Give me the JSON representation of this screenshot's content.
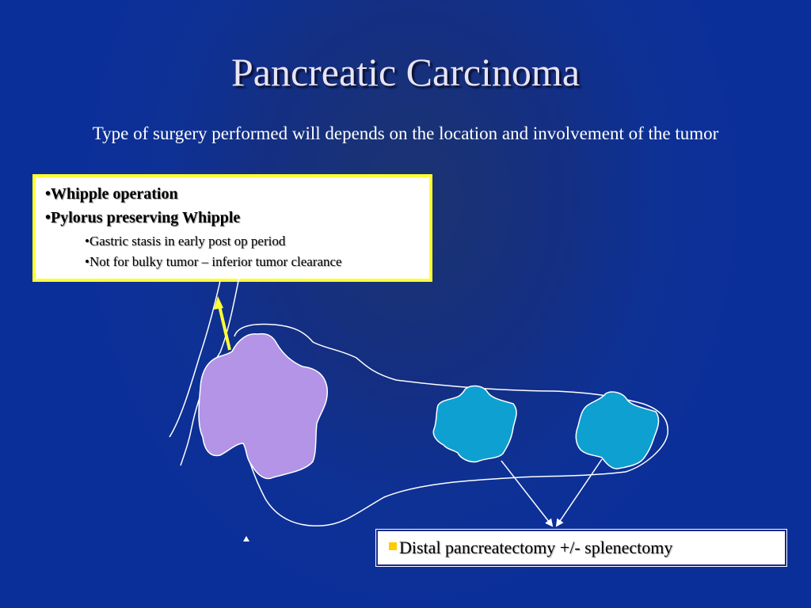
{
  "slide": {
    "title": "Pancreatic Carcinoma",
    "subtitle": "Type of  surgery performed will depends on the location and involvement of  the tumor"
  },
  "options_box": {
    "items": [
      {
        "bullet": "•",
        "text": "Whipple operation"
      },
      {
        "bullet": "•",
        "text": "Pylorus preserving Whipple"
      }
    ],
    "subitems": [
      {
        "bullet": "•",
        "text": "Gastric stasis in early post op period"
      },
      {
        "bullet": "•",
        "text": "Not for bulky tumor – inferior tumor clearance"
      }
    ]
  },
  "distal_box": {
    "text": "Distal pancreatectomy +/- splenectomy"
  },
  "colors": {
    "background": "#0e3196",
    "head_tumor": "#b394e6",
    "body_tail_tumor": "#0ea0d0",
    "arrow_yellow": "#ffff33",
    "outline": "#ffffff"
  }
}
